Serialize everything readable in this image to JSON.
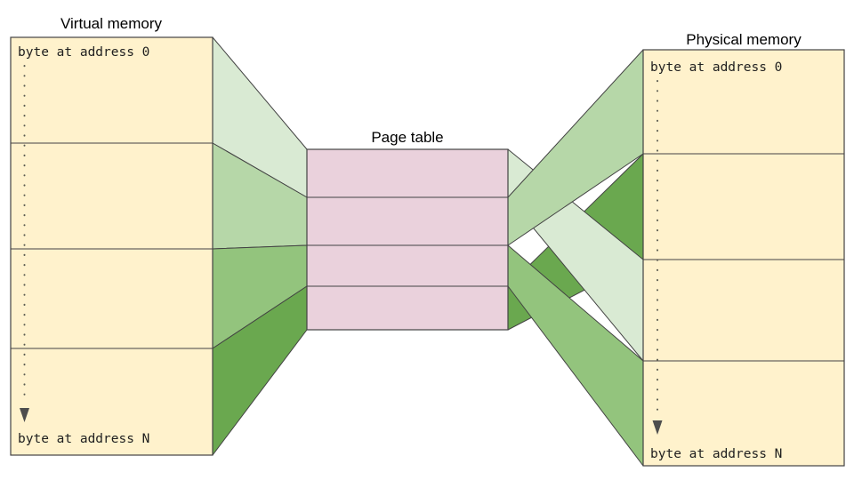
{
  "diagram": {
    "kind": "virtual-memory-paging",
    "background": "#ffffff",
    "stroke_color": "#434343",
    "virtual_memory": {
      "title": "Virtual memory",
      "top_label": "byte at address 0",
      "bottom_label": "byte at address N",
      "fill": "#fff2cc",
      "page_count": 4
    },
    "page_table": {
      "title": "Page table",
      "fill": "#ead1dc",
      "entry_count": 4
    },
    "physical_memory": {
      "title": "Physical memory",
      "top_label": "byte at address 0",
      "bottom_label": "byte at address N",
      "fill": "#fff2cc",
      "frame_count": 4
    },
    "ribbon_colors": [
      "#d9ead3",
      "#b6d7a8",
      "#93c47d",
      "#6aa84f"
    ],
    "mapping": [
      {
        "virtual_page": 1,
        "page_table_entry": 1,
        "physical_frame": 3,
        "color": "#d9ead3"
      },
      {
        "virtual_page": 2,
        "page_table_entry": 2,
        "physical_frame": 1,
        "color": "#b6d7a8"
      },
      {
        "virtual_page": 3,
        "page_table_entry": 3,
        "physical_frame": 4,
        "color": "#93c47d"
      },
      {
        "virtual_page": 4,
        "page_table_entry": 4,
        "physical_frame": 2,
        "color": "#6aa84f"
      }
    ],
    "arrow_color": "#4d4d4d"
  }
}
